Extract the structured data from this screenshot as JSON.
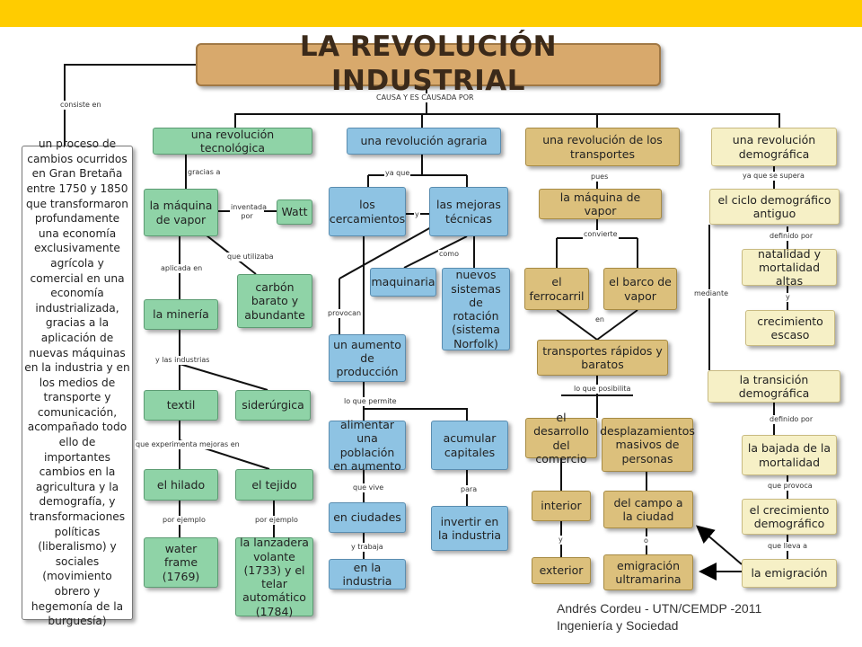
{
  "colors": {
    "topbar": "#ffcc00",
    "green": "#8fd3a7",
    "blue": "#8ec3e3",
    "tan": "#dcc07c",
    "cream": "#f6f0c6",
    "title": "#d8a96c"
  },
  "title": "LA REVOLUCIÓN INDUSTRIAL",
  "nodes": {
    "definition": "un proceso de cambios ocurridos en Gran Bretaña entre 1750 y 1850 que transformaron profundamente una economía exclusivamente agrícola y comercial en una economía industrializada, gracias a la aplicación de nuevas máquinas en la industria y en los medios de transporte y comunicación, acompañado todo ello de importantes cambios en la agricultura y la demografía, y transformaciones políticas (liberalismo) y sociales (movimiento obrero y hegemonía de la burguesía)",
    "tech": "una revolución tecnológica",
    "agrarian": "una revolución agraria",
    "transport": "una revolución de los transportes",
    "demographic": "una revolución demográfica",
    "steam_engine": "la máquina de vapor",
    "watt": "Watt",
    "coal": "carbón barato y abundante",
    "mining": "la minería",
    "textile": "textil",
    "steel": "siderúrgica",
    "spinning": "el hilado",
    "weaving": "el tejido",
    "water_frame": "water frame (1769)",
    "flying_shuttle": "la lanzadera volante (1733) y el telar automático (1784)",
    "enclosures": "los cercamientos",
    "improvements": "las mejoras técnicas",
    "machinery": "maquinaria",
    "rotation": "nuevos sistemas de rotación (sistema Norfolk)",
    "production": "un aumento de producción",
    "feed": "alimentar una población en aumento",
    "capital": "acumular capitales",
    "cities": "en ciudades",
    "industry_work": "en la industria",
    "invest": "invertir en la industria",
    "steam_engine2": "la máquina de vapor",
    "railway": "el ferrocarril",
    "steamship": "el barco de vapor",
    "fast_transport": "transportes rápidos y baratos",
    "commerce": "el desarrollo del comercio",
    "displacements": "desplazamientos masivos de personas",
    "interior": "interior",
    "exterior": "exterior",
    "countryside": "del campo a la ciudad",
    "emigration_overseas": "emigración ultramarina",
    "cycle": "el ciclo demográfico antiguo",
    "high_rates": "natalidad y mortalidad altas",
    "slow_growth": "crecimiento escaso",
    "transition": "la transición demográfica",
    "mortality_drop": "la bajada de la mortalidad",
    "pop_growth": "el crecimiento demográfico",
    "emigration": "la emigración"
  },
  "labels": {
    "consiste_en": "consiste en",
    "causa": "CAUSA Y ES CAUSADA POR",
    "gracias_a": "gracias a",
    "inventada_por": "inventada por",
    "que_utilizaba": "que utilizaba",
    "aplicada_en": "aplicada en",
    "y_las_industrias": "y las industrias",
    "que_experimenta": "que experimenta mejoras en",
    "por_ejemplo1": "por ejemplo",
    "por_ejemplo2": "por ejemplo",
    "ya_que": "ya que",
    "y": "y",
    "como": "como",
    "provocan": "provocan",
    "lo_que_permite": "lo que permite",
    "que_vive": "que vive",
    "y_trabaja": "y trabaja",
    "para": "para",
    "pues": "pues",
    "convierte": "convierte",
    "en": "en",
    "lo_que_posibilita": "lo que posibilita",
    "y2": "y",
    "o": "o",
    "ya_que_se_supera": "ya que se supera",
    "definido_por1": "definido por",
    "y3": "y",
    "mediante": "mediante",
    "definido_por2": "definido por",
    "que_provoca": "que provoca",
    "que_lleva_a": "que lleva a"
  },
  "footer": {
    "line1": "Andrés Cordeu - UTN/CEMDP -2011",
    "line2": "Ingeniería y Sociedad"
  }
}
